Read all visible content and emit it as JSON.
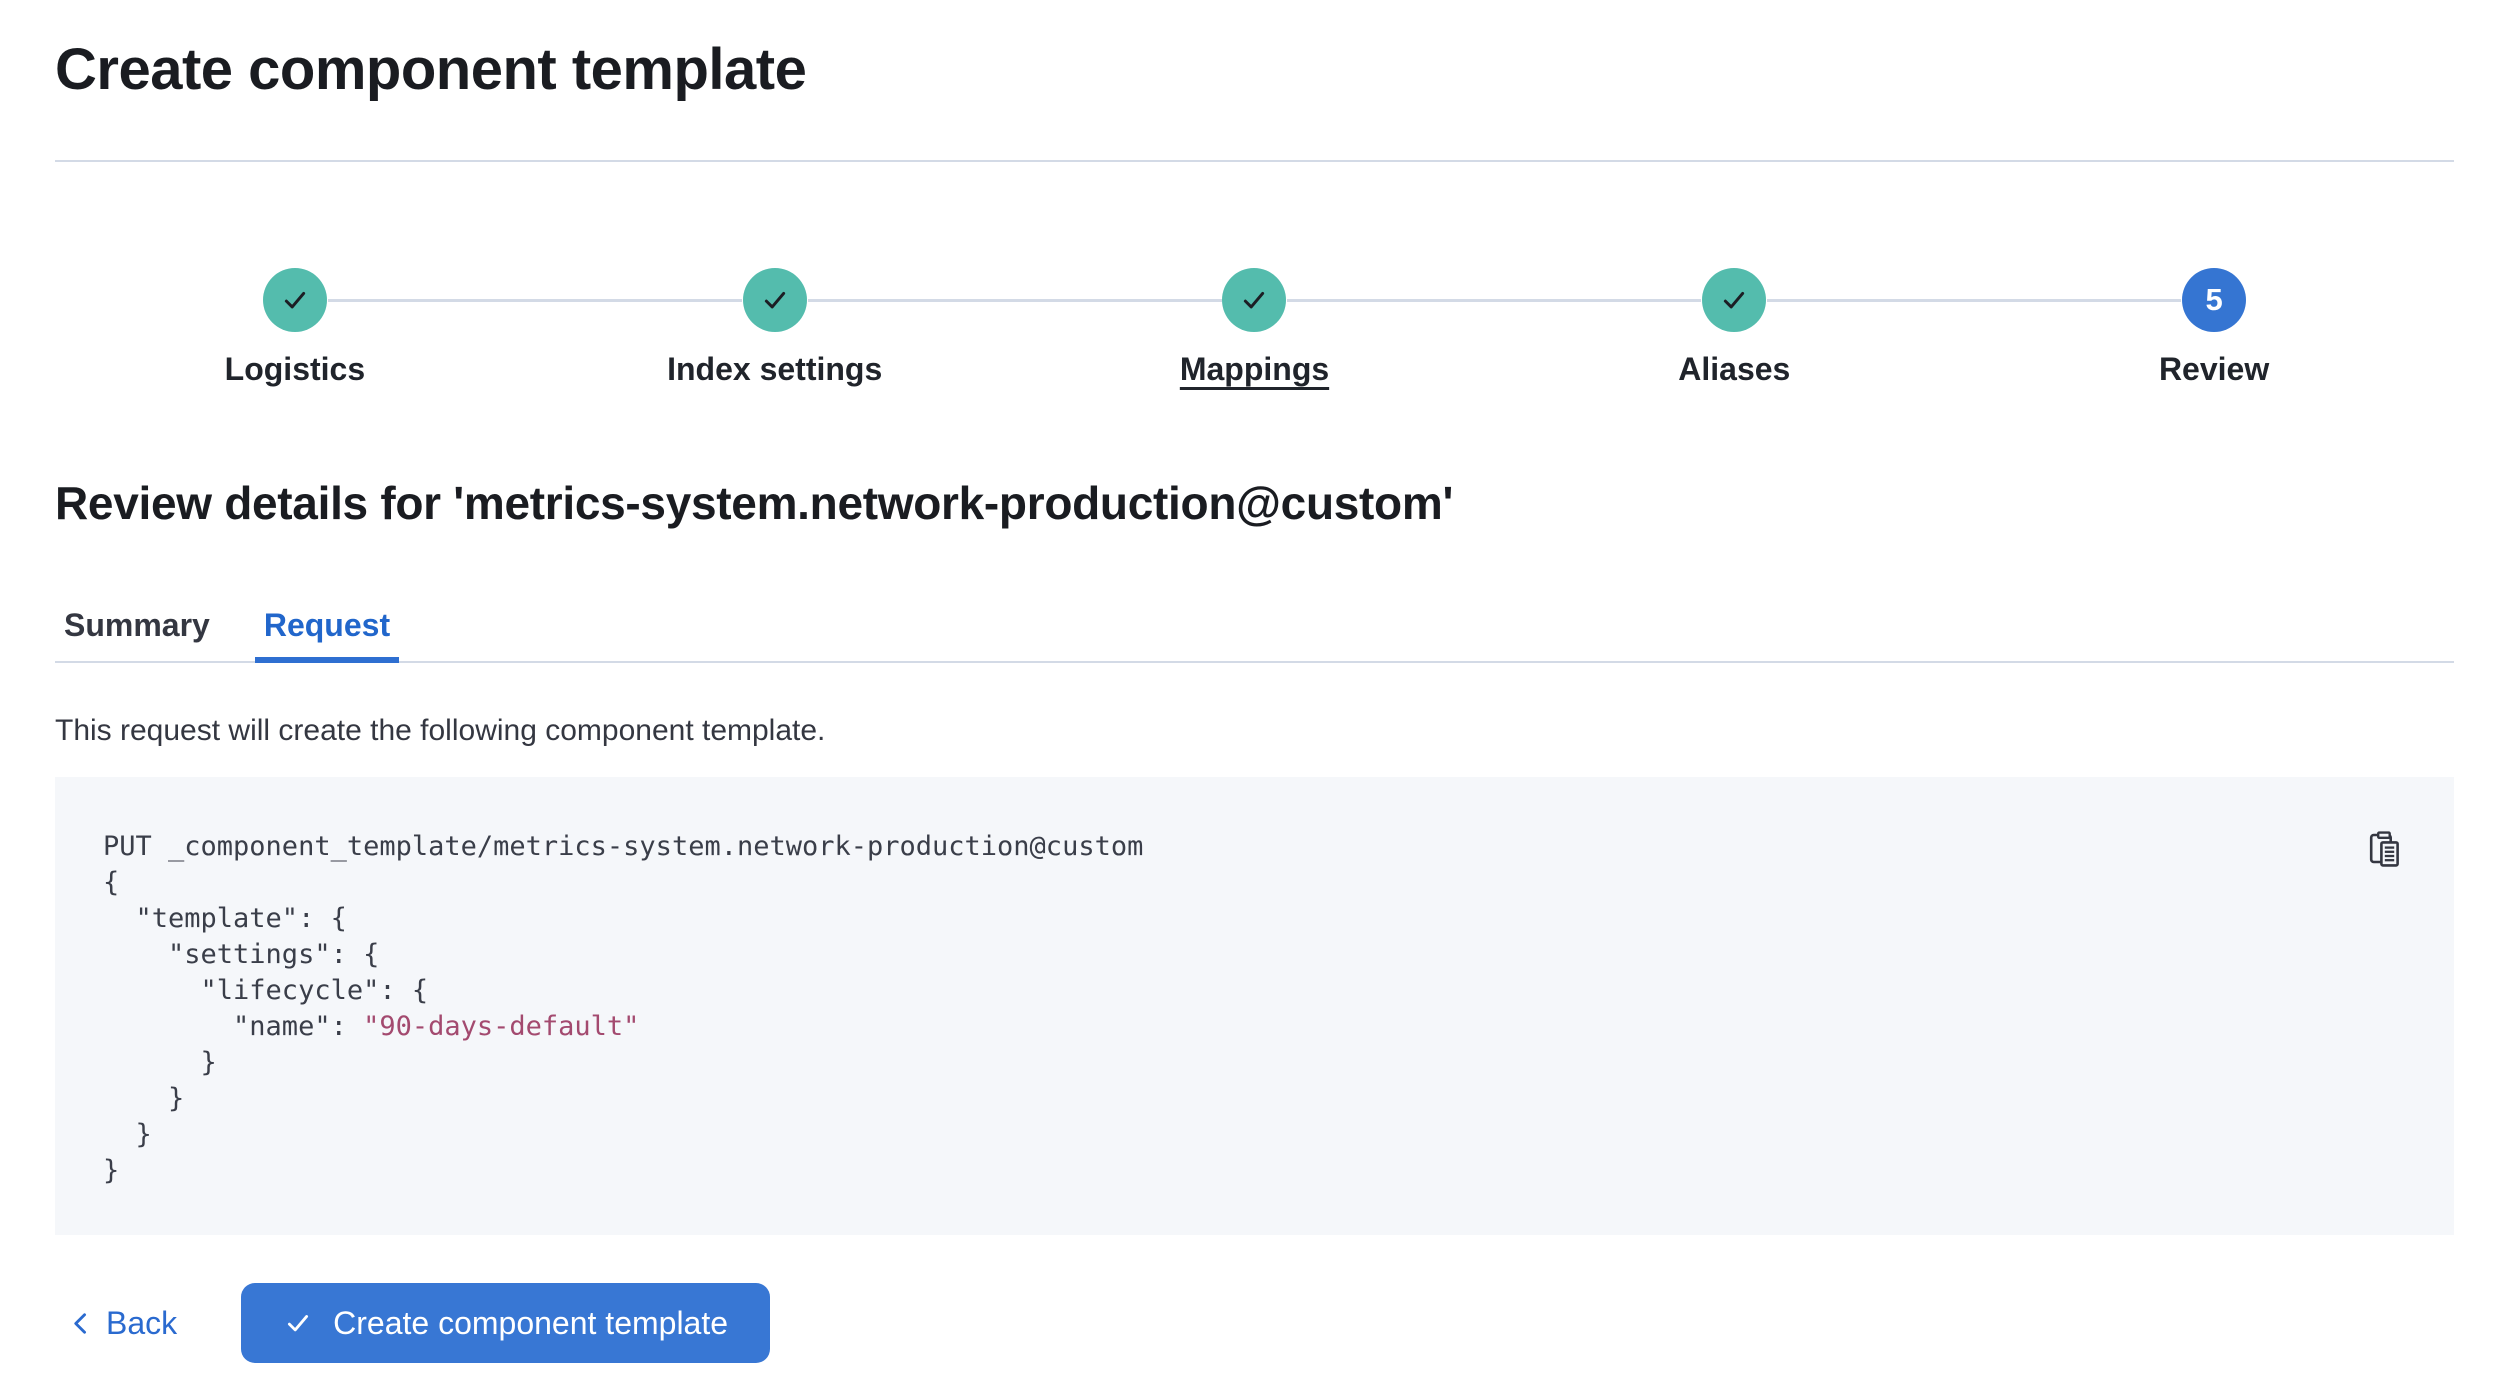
{
  "page": {
    "title": "Create component template"
  },
  "stepper": {
    "steps": [
      {
        "label": "Logistics",
        "status": "complete",
        "icon": "check-icon"
      },
      {
        "label": "Index settings",
        "status": "complete",
        "icon": "check-icon"
      },
      {
        "label": "Mappings",
        "status": "complete",
        "icon": "check-icon",
        "underlined": true
      },
      {
        "label": "Aliases",
        "status": "complete",
        "icon": "check-icon"
      },
      {
        "label": "Review",
        "status": "current",
        "number": "5"
      }
    ]
  },
  "review": {
    "heading": "Review details for 'metrics-system.network-production@custom'",
    "tabs": [
      {
        "label": "Summary",
        "active": false
      },
      {
        "label": "Request",
        "active": true
      }
    ],
    "description": "This request will create the following component template."
  },
  "request_preview": {
    "copy_icon": "copy-clipboard-icon",
    "code_lines": [
      [
        {
          "t": "plain",
          "v": "PUT _component_template/metrics-system.network-production@custom"
        }
      ],
      [
        {
          "t": "plain",
          "v": "{"
        }
      ],
      [
        {
          "t": "plain",
          "v": "  \"template\": {"
        }
      ],
      [
        {
          "t": "plain",
          "v": "    \"settings\": {"
        }
      ],
      [
        {
          "t": "plain",
          "v": "      \"lifecycle\": {"
        }
      ],
      [
        {
          "t": "plain",
          "v": "        \"name\": "
        },
        {
          "t": "string",
          "v": "\"90-days-default\""
        }
      ],
      [
        {
          "t": "plain",
          "v": "      }"
        }
      ],
      [
        {
          "t": "plain",
          "v": "    }"
        }
      ],
      [
        {
          "t": "plain",
          "v": "  }"
        }
      ],
      [
        {
          "t": "plain",
          "v": "}"
        }
      ]
    ]
  },
  "footer": {
    "back_label": "Back",
    "submit_label": "Create component template"
  },
  "colors": {
    "step_complete_teal": "#54BCAD",
    "step_current_blue": "#3575D2",
    "button_blue": "#3877D4",
    "link_blue": "#2A6ACF",
    "tab_active_blue": "#2166CB",
    "tab_underline_blue": "#2E6FD1",
    "divider_gray": "#D3DAE6",
    "code_background": "#F5F7FA",
    "code_string_red": "#A34A6F",
    "heading_text": "#1A1C21",
    "body_text": "#343741"
  }
}
